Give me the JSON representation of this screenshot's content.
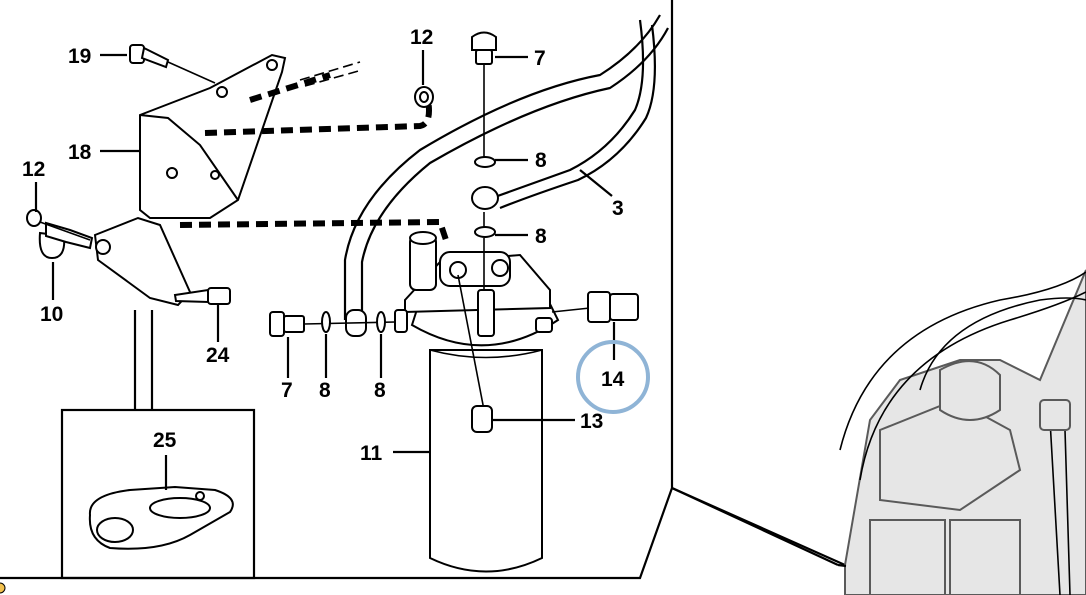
{
  "callouts": {
    "c19": "19",
    "c12a": "12",
    "c7a": "7",
    "c18": "18",
    "c8a": "8",
    "c3": "3",
    "c12b": "12",
    "c8b": "8",
    "c10": "10",
    "c24": "24",
    "c14": "14",
    "c7b": "7",
    "c8c": "8",
    "c8d": "8",
    "c13": "13",
    "c11": "11",
    "c25": "25"
  },
  "colors": {
    "highlight_circle": "#8fb4d6",
    "line": "#000000",
    "photo_grey": "#5a5a5a"
  }
}
